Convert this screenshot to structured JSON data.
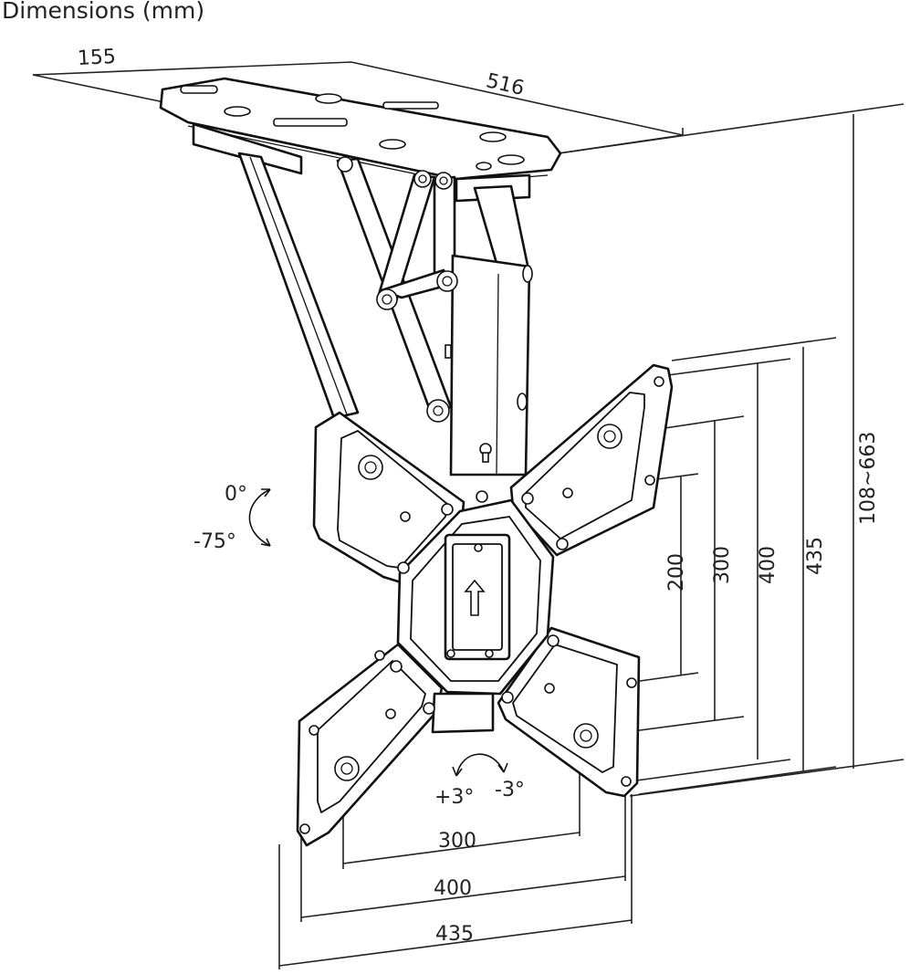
{
  "title": "Dimensions (mm)",
  "labels": {
    "depth": "155",
    "width": "516",
    "height_range": "108~663",
    "vesa_h_435": "435",
    "vesa_h_400": "400",
    "vesa_h_300": "300",
    "vesa_h_200": "200",
    "vesa_w_300": "300",
    "vesa_w_400": "400",
    "vesa_w_435": "435",
    "tilt_top": "0°",
    "tilt_bottom": "-75°",
    "swivel_left": "+3°",
    "swivel_right": "-3°"
  },
  "colors": {
    "line": "#111111",
    "background": "#ffffff"
  }
}
